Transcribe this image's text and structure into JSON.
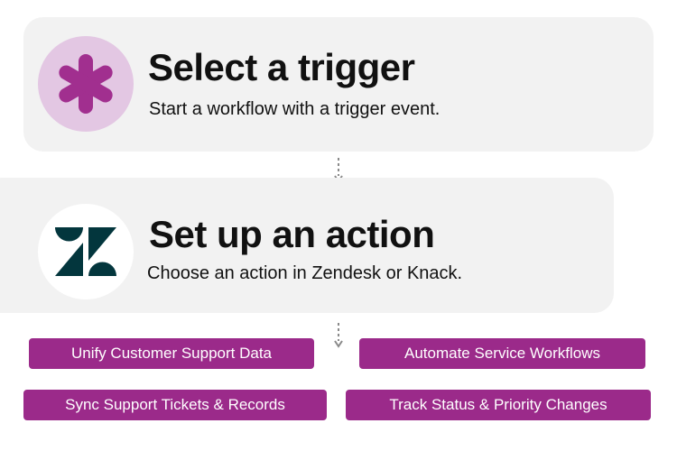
{
  "steps": {
    "trigger": {
      "icon": "asterisk-icon",
      "title": "Select a trigger",
      "subtitle": "Start a workflow with a trigger event."
    },
    "action": {
      "icon": "zendesk-logo-icon",
      "title": "Set up an action",
      "subtitle": "Choose an action in Zendesk or Knack."
    }
  },
  "use_cases": [
    {
      "label": "Unify Customer Support Data"
    },
    {
      "label": "Automate Service Workflows"
    },
    {
      "label": "Sync Support Tickets & Records"
    },
    {
      "label": "Track Status & Priority Changes"
    }
  ],
  "colors": {
    "accent": "#9b2a8a",
    "trigger_icon_bg": "#e3c7e3",
    "card_bg": "#f2f2f2",
    "zendesk_green": "#03363d"
  }
}
